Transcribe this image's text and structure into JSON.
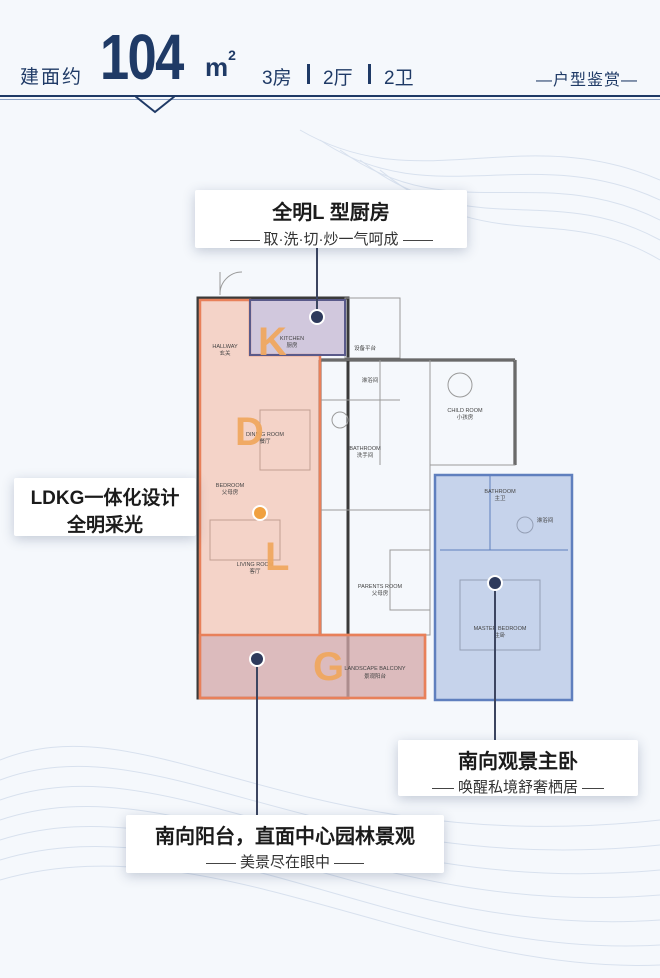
{
  "header": {
    "area_label": "建面约",
    "area_value": "104",
    "area_unit": "m",
    "area_unit_sup": "2",
    "rooms": "3房",
    "halls": "2厅",
    "baths": "2卫",
    "section_title": "—户型鉴赏—"
  },
  "callouts": {
    "kitchen": {
      "title": "全明L 型厨房",
      "sub": "取·洗·切·炒一气呵成"
    },
    "ldkg": {
      "title_line1": "LDKG一体化设计",
      "title_line2": "全明采光"
    },
    "master": {
      "title": "南向观景主卧",
      "sub": "唤醒私境舒奢栖居"
    },
    "balcony": {
      "title": "南向阳台，直面中心园林景观",
      "sub": "美景尽在眼中"
    }
  },
  "plan": {
    "letters": [
      "K",
      "D",
      "L",
      "G"
    ],
    "room_labels": {
      "hallway_en": "HALLWAY",
      "hallway_cn": "玄关",
      "kitchen_en": "KITCHEN",
      "kitchen_cn": "厨房",
      "equipment_cn": "设备平台",
      "dining_en": "DINING ROOM",
      "dining_cn": "餐厅",
      "bedroom_en": "BEDROOM",
      "bedroom_cn": "父母房",
      "living_en": "LIVING ROOM",
      "living_cn": "客厅",
      "bath1_en": "BATHROOM",
      "bath1_cn": "洗手间",
      "shower1_cn": "淋浴间",
      "child_en": "CHILD ROOM",
      "child_cn": "小孩房",
      "parents_en": "PARENTS ROOM",
      "parents_cn": "父母房",
      "bath2_en": "BATHROOM",
      "bath2_cn": "主卫",
      "shower2_cn": "淋浴间",
      "master_en": "MASTER BEDROOM",
      "master_cn": "主卧",
      "balcony_en": "LANDSCAPE BALCONY",
      "balcony_cn": "景观阳台"
    }
  },
  "colors": {
    "navy": "#1f3a66",
    "orange_zone": "#f4a78a",
    "blue_zone": "#8ea7d8",
    "kitchen_zone": "#b9a8c8"
  }
}
